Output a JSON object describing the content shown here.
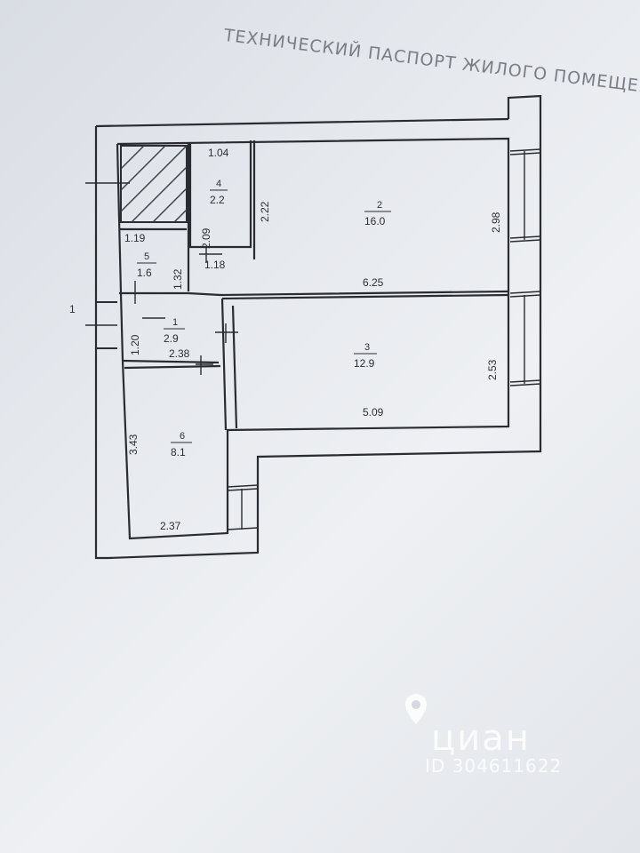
{
  "header_text": "ТЕХНИЧЕСКИЙ ПАСПОРТ ЖИЛОГО ПОМЕЩЕНИЯ",
  "entrance_marker": "1",
  "rooms": [
    {
      "id": "1",
      "number": "1",
      "area": "2.9"
    },
    {
      "id": "2",
      "number": "2",
      "area": "16.0"
    },
    {
      "id": "3",
      "number": "3",
      "area": "12.9"
    },
    {
      "id": "4",
      "number": "4",
      "area": "2.2"
    },
    {
      "id": "5",
      "number": "5",
      "area": "1.6"
    },
    {
      "id": "6",
      "number": "6",
      "area": "8.1"
    }
  ],
  "dimensions": {
    "room4_top": "1.04",
    "room4_left": "2.09",
    "room4_bottom": "1.18",
    "room2_left": "2.22",
    "room2_right": "2.98",
    "room2_bottom": "6.25",
    "room5_top": "1.19",
    "room5_right": "1.32",
    "room1_left": "1.20",
    "room1_bottom": "2.38",
    "room3_right": "2.53",
    "room3_bottom": "5.09",
    "room6_left": "3.43",
    "room6_bottom": "2.37"
  },
  "watermark": {
    "brand": "циан",
    "id": "ID 304611622"
  }
}
